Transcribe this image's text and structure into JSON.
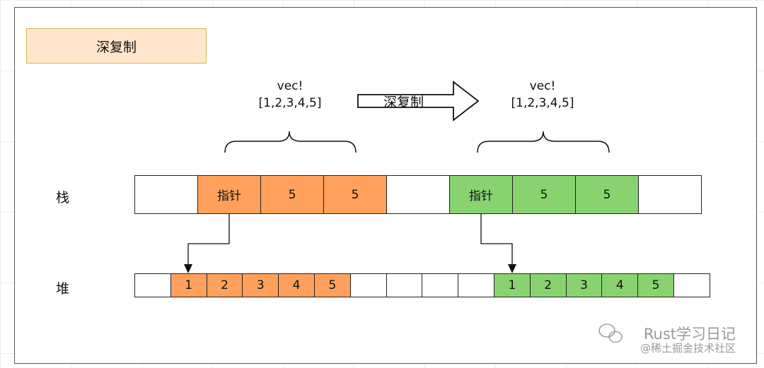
{
  "title": "深复制",
  "left_label": {
    "line1": "vec!",
    "line2": "[1,2,3,4,5]"
  },
  "right_label": {
    "line1": "vec!",
    "line2": "[1,2,3,4,5]"
  },
  "arrow_label": "深复制",
  "row_labels": {
    "stack": "栈",
    "heap": "堆"
  },
  "stack_cells": [
    {
      "text": "",
      "fill": "white"
    },
    {
      "text": "指针",
      "fill": "orange"
    },
    {
      "text": "5",
      "fill": "orange"
    },
    {
      "text": "5",
      "fill": "orange"
    },
    {
      "text": "",
      "fill": "white"
    },
    {
      "text": "指针",
      "fill": "green"
    },
    {
      "text": "5",
      "fill": "green"
    },
    {
      "text": "5",
      "fill": "green"
    },
    {
      "text": "",
      "fill": "white"
    }
  ],
  "heap_cells": [
    {
      "text": "",
      "fill": "white"
    },
    {
      "text": "1",
      "fill": "orange"
    },
    {
      "text": "2",
      "fill": "orange"
    },
    {
      "text": "3",
      "fill": "orange"
    },
    {
      "text": "4",
      "fill": "orange"
    },
    {
      "text": "5",
      "fill": "orange"
    },
    {
      "text": "",
      "fill": "white"
    },
    {
      "text": "",
      "fill": "white"
    },
    {
      "text": "",
      "fill": "white"
    },
    {
      "text": "",
      "fill": "white"
    },
    {
      "text": "1",
      "fill": "green"
    },
    {
      "text": "2",
      "fill": "green"
    },
    {
      "text": "3",
      "fill": "green"
    },
    {
      "text": "4",
      "fill": "green"
    },
    {
      "text": "5",
      "fill": "green"
    },
    {
      "text": "",
      "fill": "white"
    }
  ],
  "watermark": {
    "main": "Rust学习日记",
    "sub": "@稀土掘金技术社区",
    "icon": "wechat-icon"
  },
  "colors": {
    "orange": "#ffa15c",
    "green": "#88d370",
    "title_fill": "#ffe6cc",
    "title_border": "#d6b656"
  }
}
